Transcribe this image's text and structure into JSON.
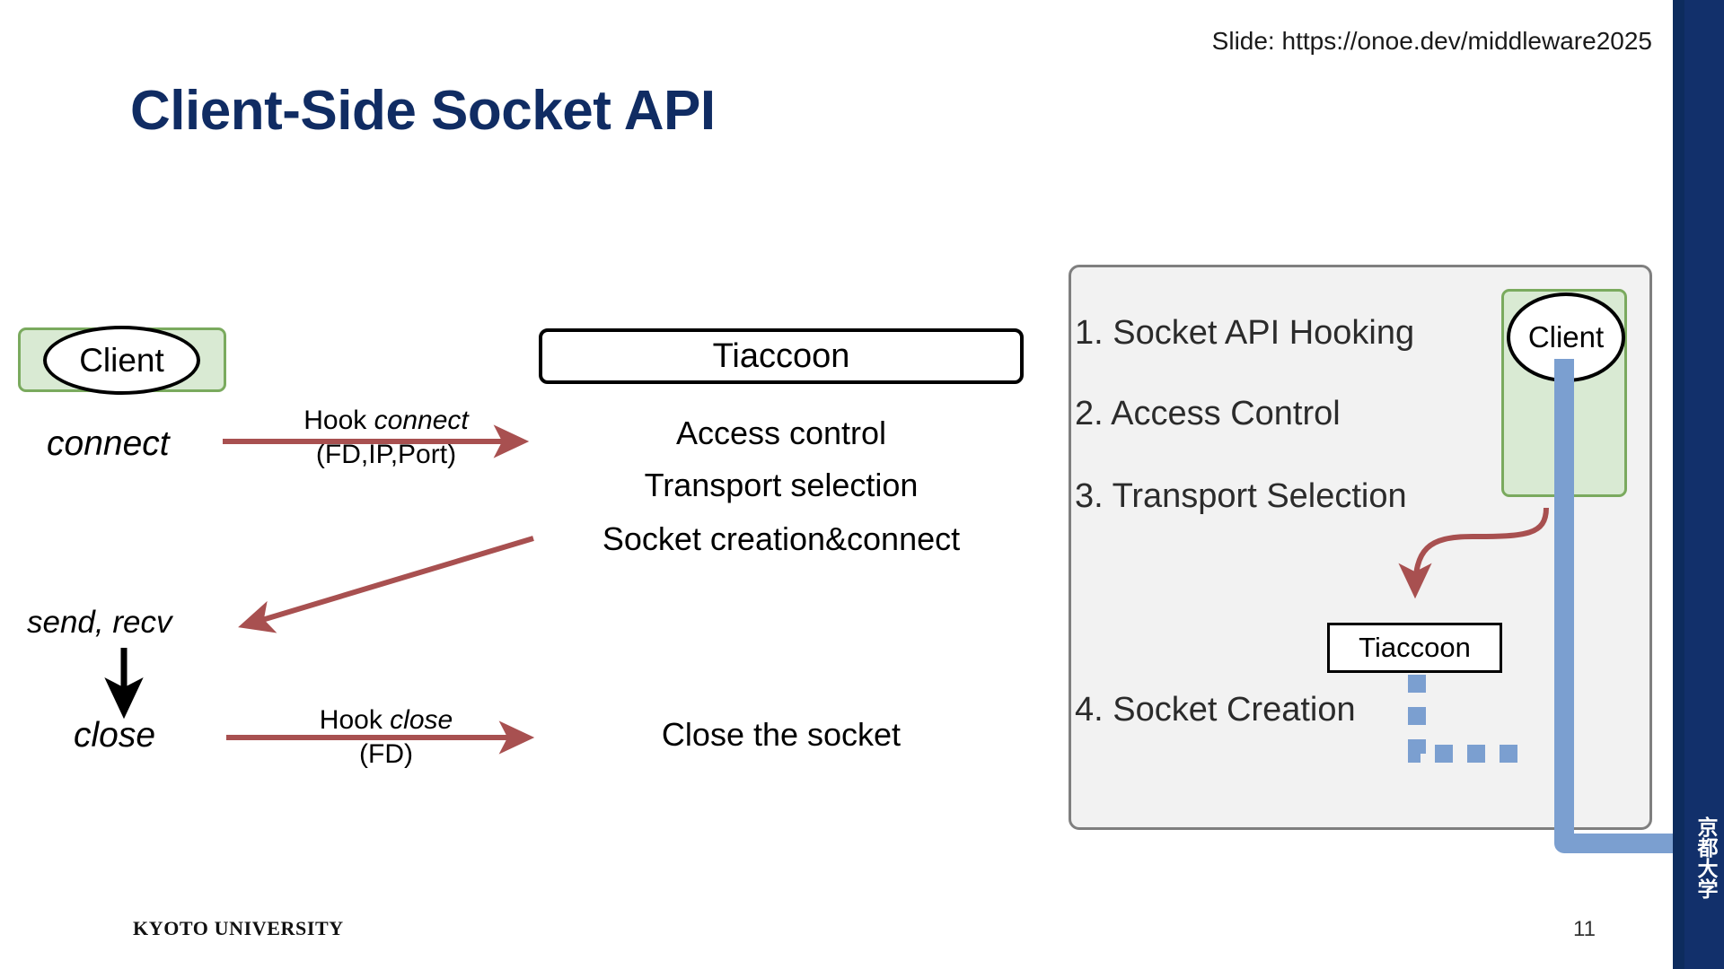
{
  "header": {
    "slide_source_label": "Slide: https://onoe.dev/middleware2025",
    "title": "Client-Side Socket API"
  },
  "footer": {
    "brand": "KYOTO UNIVERSITY",
    "page_number": "11",
    "sidebar_vertical_text": "京都大学"
  },
  "colors": {
    "title_navy": "#102c63",
    "sidebar_navy": "#12306b",
    "arrow_red": "#a85050",
    "client_fill_green": "#d9ead3",
    "client_border_green": "#7aaa5e",
    "panel_fill_gray": "#f2f2f2",
    "panel_border_gray": "#7f7f7f",
    "flow_blue": "#7b9fd0"
  },
  "left_diagram": {
    "client_node_label": "Client",
    "api_calls": {
      "connect": "connect",
      "send_recv": "send, recv",
      "close": "close"
    },
    "hook_connect": {
      "line1_prefix": "Hook ",
      "line1_italic": "connect",
      "line2": "(FD,IP,Port)"
    },
    "hook_close": {
      "line1_prefix": "Hook ",
      "line1_italic": "close",
      "line2": "(FD)"
    },
    "tiaccoon_box_label": "Tiaccoon",
    "tiaccoon_actions": [
      "Access control",
      "Transport selection",
      "Socket creation&connect"
    ],
    "close_action": "Close the socket"
  },
  "right_panel": {
    "steps": [
      "1. Socket API Hooking",
      "2. Access Control",
      "3. Transport Selection",
      "4. Socket Creation"
    ],
    "client_node_label": "Client",
    "tiaccoon_node_label": "Tiaccoon"
  }
}
